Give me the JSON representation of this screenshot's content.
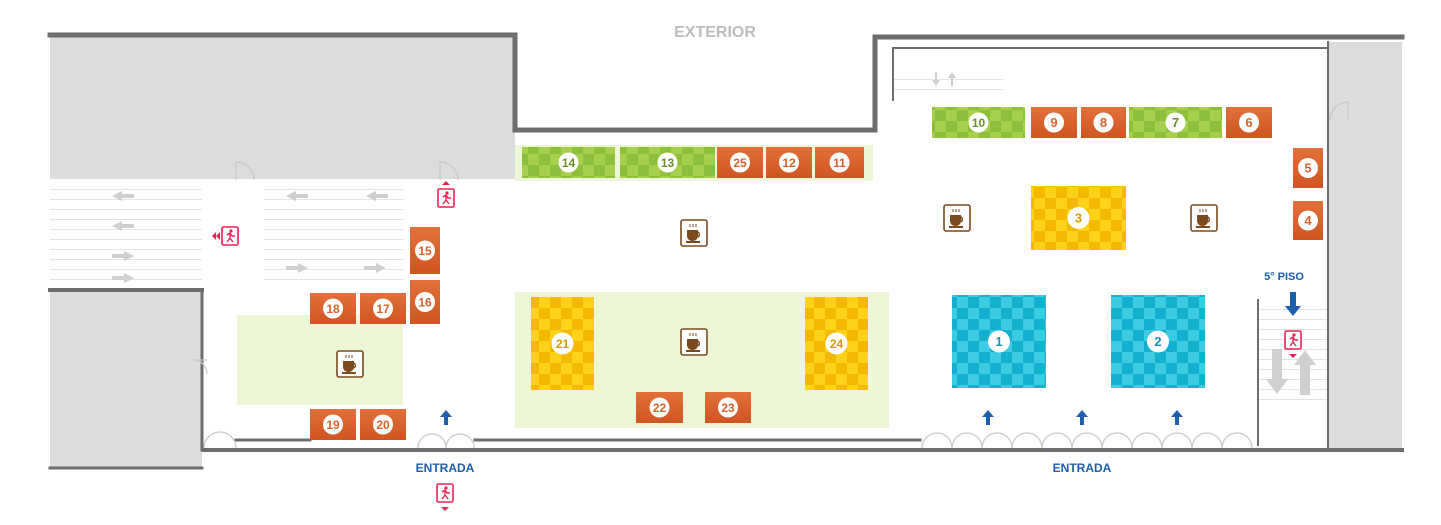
{
  "labels": {
    "exterior": "EXTERIOR",
    "entrada_left": "ENTRADA",
    "entrada_right": "ENTRADA",
    "floor": "5° PISO"
  },
  "colors": {
    "wall": "#6d6d6d",
    "room_fill": "#dcdcdc",
    "zone_green": "#eef6d8",
    "stand_orange": "#d9622b",
    "stand_green": "#8dbf3a",
    "stand_yellow": "#f7c400",
    "stand_cyan": "#19b8d4",
    "entrance_blue": "#1d5fa8",
    "exit_red": "#e8234f",
    "coffee_brown": "#7b4a1e",
    "exterior_text": "#bcbcbc"
  },
  "stands": [
    {
      "id": "1",
      "label": "1",
      "color": "cyan"
    },
    {
      "id": "2",
      "label": "2",
      "color": "cyan"
    },
    {
      "id": "3",
      "label": "3",
      "color": "yellow"
    },
    {
      "id": "4",
      "label": "4",
      "color": "orange"
    },
    {
      "id": "5",
      "label": "5",
      "color": "orange"
    },
    {
      "id": "6",
      "label": "6",
      "color": "orange"
    },
    {
      "id": "7",
      "label": "7",
      "color": "green"
    },
    {
      "id": "8",
      "label": "8",
      "color": "orange"
    },
    {
      "id": "9",
      "label": "9",
      "color": "orange"
    },
    {
      "id": "10",
      "label": "10",
      "color": "green"
    },
    {
      "id": "11",
      "label": "11",
      "color": "orange"
    },
    {
      "id": "12",
      "label": "12",
      "color": "orange"
    },
    {
      "id": "13",
      "label": "13",
      "color": "green"
    },
    {
      "id": "14",
      "label": "14",
      "color": "green"
    },
    {
      "id": "15",
      "label": "15",
      "color": "orange"
    },
    {
      "id": "16",
      "label": "16",
      "color": "orange"
    },
    {
      "id": "17",
      "label": "17",
      "color": "orange"
    },
    {
      "id": "18",
      "label": "18",
      "color": "orange"
    },
    {
      "id": "19",
      "label": "19",
      "color": "orange"
    },
    {
      "id": "20",
      "label": "20",
      "color": "orange"
    },
    {
      "id": "21",
      "label": "21",
      "color": "yellow"
    },
    {
      "id": "22",
      "label": "22",
      "color": "orange"
    },
    {
      "id": "23",
      "label": "23",
      "color": "orange"
    },
    {
      "id": "24",
      "label": "24",
      "color": "yellow"
    },
    {
      "id": "25",
      "label": "25",
      "color": "orange"
    }
  ],
  "icons": {
    "coffee": "coffee-icon",
    "exit": "emergency-exit-icon",
    "entrance_arrow": "entrance-arrow-icon",
    "stairs": "stairs-icon",
    "door": "door-icon"
  }
}
